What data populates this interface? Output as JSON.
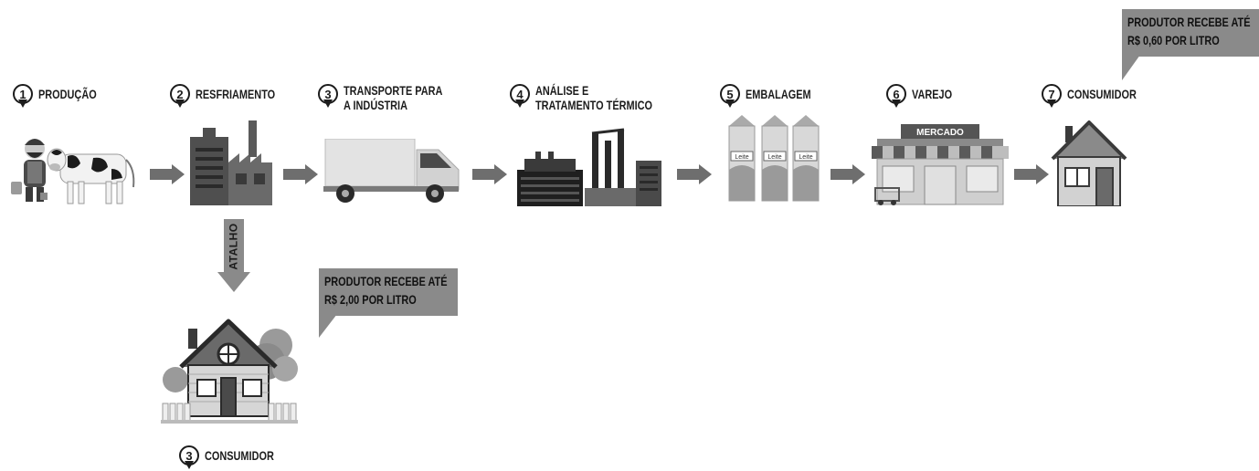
{
  "steps": [
    {
      "num": "1",
      "label": "PRODUÇÃO",
      "icon": "farmer-cow-icon"
    },
    {
      "num": "2",
      "label": "RESFRIAMENTO",
      "icon": "factory-icon"
    },
    {
      "num": "3",
      "label_line1": "TRANSPORTE PARA",
      "label_line2": "A INDÚSTRIA",
      "icon": "truck-icon"
    },
    {
      "num": "4",
      "label_line1": "ANÁLISE E",
      "label_line2": "TRATAMENTO TÉRMICO",
      "icon": "industrial-plant-icon"
    },
    {
      "num": "5",
      "label": "EMBALAGEM",
      "icon": "milk-cartons-icon"
    },
    {
      "num": "6",
      "label": "VAREJO",
      "icon": "market-store-icon"
    },
    {
      "num": "7",
      "label": "CONSUMIDOR",
      "icon": "house-icon"
    }
  ],
  "market_sign": "MERCADO",
  "carton_text": "Leite",
  "shortcut": {
    "label": "ATALHO"
  },
  "shortcut_consumer": {
    "num": "3",
    "label": "CONSUMIDOR",
    "icon": "country-house-icon"
  },
  "callout_long_chain": {
    "line1": "PRODUTOR RECEBE ATÉ",
    "line2": "R$ 0,60 POR LITRO"
  },
  "callout_shortcut": {
    "line1": "PRODUTOR RECEBE ATÉ",
    "line2": "R$ 2,00 POR LITRO"
  },
  "colors": {
    "arrow": "#6e6e6e",
    "callout": "#8a8a8a",
    "text": "#1c1c1c"
  }
}
